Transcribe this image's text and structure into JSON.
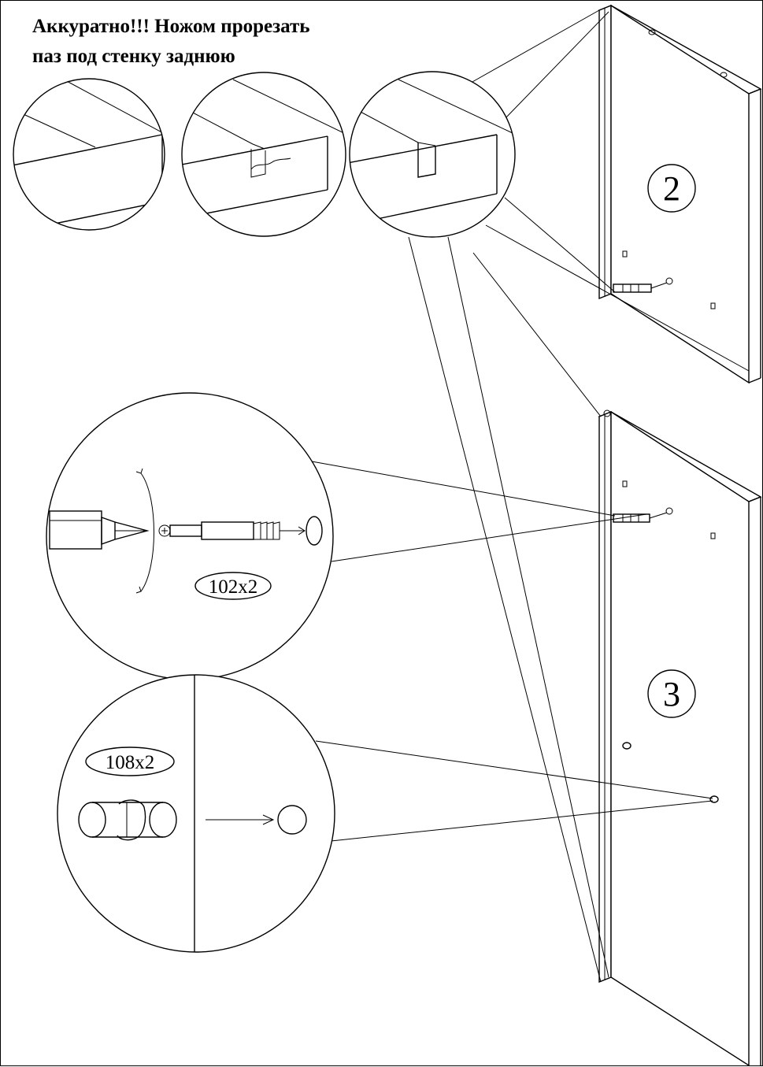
{
  "title": {
    "line1": "Аккуратно!!! Ножом прорезать",
    "line2": "паз под стенку заднюю"
  },
  "steps": [
    {
      "number": "2"
    },
    {
      "number": "3"
    }
  ],
  "parts": [
    {
      "quantity": "102x2",
      "icon": "eccentric-tie-icon"
    },
    {
      "quantity": "108x2",
      "icon": "wooden-dowel-icon"
    }
  ],
  "detail_views": [
    "groove-step-marking",
    "groove-step-cutting",
    "groove-step-done"
  ],
  "colors": {
    "line": "#000000",
    "background": "#ffffff"
  }
}
